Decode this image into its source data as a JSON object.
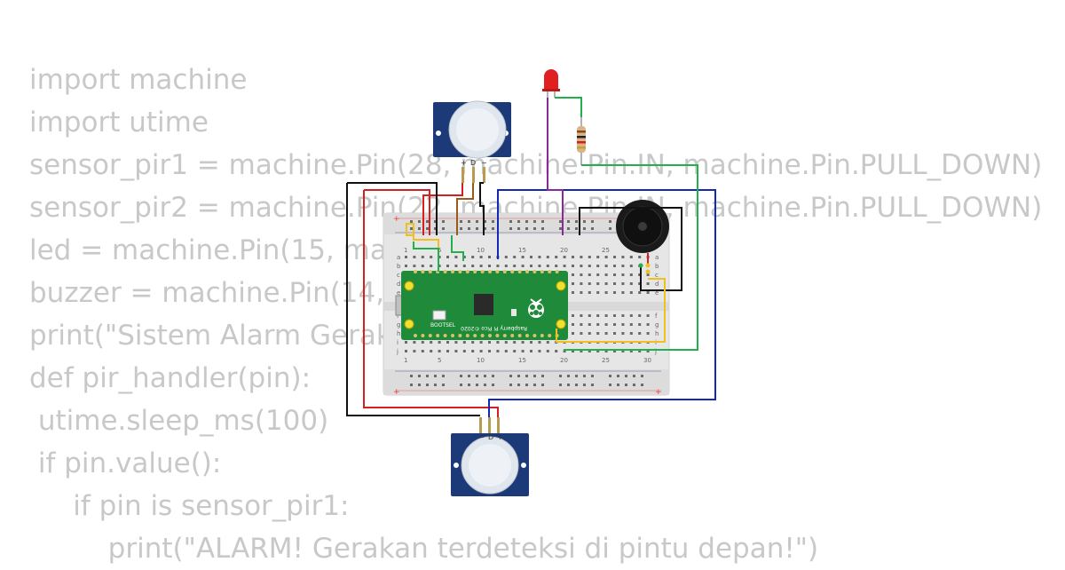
{
  "code_lines": [
    "import machine",
    "import utime",
    "sensor_pir1 = machine.Pin(28, machine.Pin.IN, machine.Pin.PULL_DOWN)",
    "sensor_pir2 = machine.Pin(22, machine.Pin.IN, machine.Pin.PULL_DOWN)",
    "led = machine.Pin(15, machine.Pin.OUT)",
    "buzzer = machine.Pin(14, machine.Pin.OUT)",
    "print(\"Sistem Alarm Gerakan\")",
    "def pir_handler(pin):",
    " utime.sleep_ms(100)",
    " if pin.value():",
    "     if pin is sensor_pir1:",
    "         print(\"ALARM! Gerakan terdeteksi di pintu depan!\")"
  ],
  "pir_top": {
    "pin_labels": [
      "+",
      "D",
      "−"
    ]
  },
  "pir_bottom": {
    "pin_labels": [
      "−",
      "D",
      "+"
    ]
  },
  "breadboard": {
    "column_numbers": [
      "1",
      "5",
      "10",
      "15",
      "20",
      "25",
      "30"
    ],
    "row_letters_top": [
      "a",
      "b",
      "c",
      "d",
      "e"
    ],
    "row_letters_bottom": [
      "f",
      "g",
      "h",
      "i",
      "j"
    ]
  },
  "pico": {
    "label": "Raspberry Pi Pico ©2020",
    "chip_label": "BOOTSEL"
  },
  "colors": {
    "pcb": "#1f8a3a",
    "pir_body": "#1d3a78",
    "wire_red": "#d42020",
    "wire_black": "#111111",
    "wire_blue": "#1428b4",
    "wire_green": "#22b04a",
    "wire_yellow": "#f0c020",
    "wire_purple": "#8a2a9a",
    "wire_brown": "#9a5a1a"
  }
}
